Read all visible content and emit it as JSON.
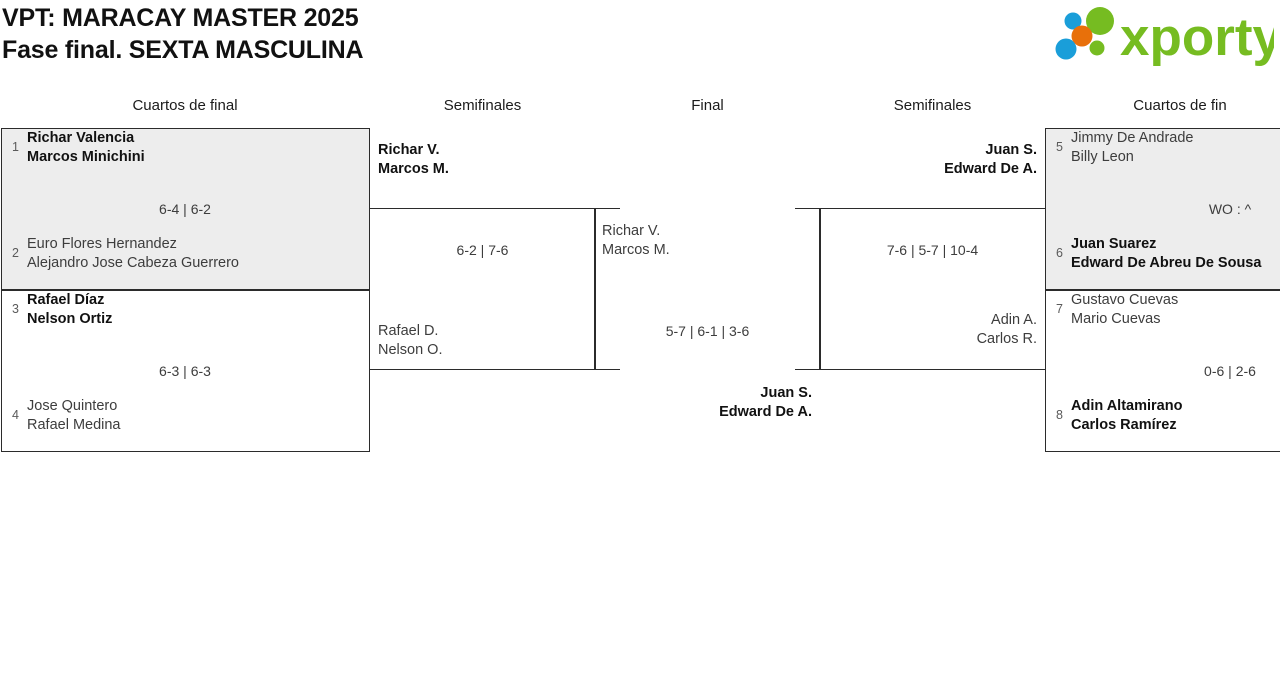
{
  "header": {
    "title_line1": "VPT: MARACAY MASTER 2025",
    "title_line2": "Fase final. SEXTA MASCULINA",
    "logo_text": "xporty",
    "logo_colors": {
      "green": "#76bc21",
      "blue": "#1a9ed9",
      "orange": "#e8700a"
    }
  },
  "round_headers": {
    "qf_left": "Cuartos de final",
    "sf_left": "Semifinales",
    "final": "Final",
    "sf_right": "Semifinales",
    "qf_right": "Cuartos de fin"
  },
  "bracket": {
    "qf_left": [
      {
        "shaded": true,
        "top": {
          "seed": "1",
          "p1": "Richar Valencia",
          "p2": "Marcos Minichini",
          "winner": true
        },
        "bottom": {
          "seed": "2",
          "p1": "Euro Flores Hernandez",
          "p2": "Alejandro Jose Cabeza Guerrero",
          "winner": false
        },
        "score": "6-4 | 6-2"
      },
      {
        "shaded": false,
        "top": {
          "seed": "3",
          "p1": "Rafael Díaz",
          "p2": "Nelson Ortiz",
          "winner": true
        },
        "bottom": {
          "seed": "4",
          "p1": "Jose Quintero",
          "p2": "Rafael Medina",
          "winner": false
        },
        "score": "6-3 | 6-3"
      }
    ],
    "sf_left": {
      "top": {
        "p1": "Richar V.",
        "p2": "Marcos M.",
        "winner": true
      },
      "bottom": {
        "p1": "Rafael D.",
        "p2": "Nelson O.",
        "winner": false
      },
      "score": "6-2 | 7-6"
    },
    "final": {
      "left": {
        "p1": "Richar V.",
        "p2": "Marcos M.",
        "winner": false
      },
      "right": {
        "p1": "Juan S.",
        "p2": "Edward De A.",
        "winner": true
      },
      "score": "5-7 | 6-1 | 3-6",
      "champion": {
        "p1": "Juan S.",
        "p2": "Edward De A."
      }
    },
    "sf_right": {
      "top": {
        "p1": "Juan S.",
        "p2": "Edward De A.",
        "winner": true
      },
      "bottom": {
        "p1": "Adin A.",
        "p2": "Carlos R.",
        "winner": false
      },
      "score": "7-6 | 5-7 | 10-4"
    },
    "qf_right": [
      {
        "shaded": true,
        "top": {
          "seed": "5",
          "p1": "Jimmy De Andrade",
          "p2": "Billy Leon",
          "winner": false
        },
        "bottom": {
          "seed": "6",
          "p1": "Juan Suarez",
          "p2": "Edward De Abreu De Sousa",
          "winner": true
        },
        "score": "WO : ^"
      },
      {
        "shaded": false,
        "top": {
          "seed": "7",
          "p1": "Gustavo Cuevas",
          "p2": "Mario Cuevas",
          "winner": false
        },
        "bottom": {
          "seed": "8",
          "p1": "Adin Altamirano",
          "p2": "Carlos Ramírez",
          "winner": true
        },
        "score": "0-6 | 2-6"
      }
    ]
  }
}
